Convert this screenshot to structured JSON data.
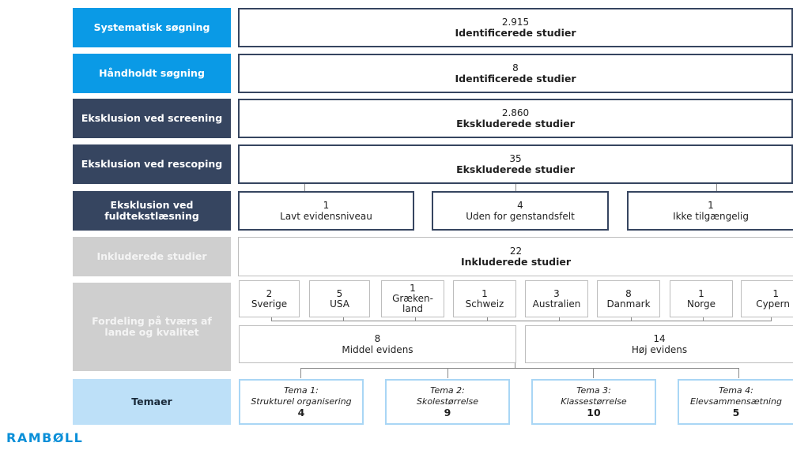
{
  "rows": {
    "systematic": {
      "label": "Systematisk søgning",
      "count": "2.915",
      "desc": "Identificerede studier"
    },
    "manual": {
      "label": "Håndholdt søgning",
      "count": "8",
      "desc": "Identificerede studier"
    },
    "screening": {
      "label": "Eksklusion ved screening",
      "count": "2.860",
      "desc": "Ekskluderede studier"
    },
    "rescoping": {
      "label": "Eksklusion ved rescoping",
      "count": "35",
      "desc": "Ekskluderede studier"
    },
    "fulltext": {
      "label_line1": "Eksklusion ved",
      "label_line2": "fuldtekstlæsning",
      "boxes": [
        {
          "count": "1",
          "desc": "Lavt evidensniveau"
        },
        {
          "count": "4",
          "desc": "Uden for genstandsfelt"
        },
        {
          "count": "1",
          "desc": "Ikke tilgængelig"
        }
      ]
    },
    "included": {
      "label": "Inkluderede studier",
      "count": "22",
      "desc": "Inkluderede studier"
    },
    "distribution": {
      "label_line1": "Fordeling på tværs af",
      "label_line2": "lande og kvalitet",
      "countries": [
        {
          "count": "2",
          "name": "Sverige",
          "name2": ""
        },
        {
          "count": "5",
          "name": "USA",
          "name2": ""
        },
        {
          "count": "1",
          "name": "Græken-",
          "name2": "land"
        },
        {
          "count": "1",
          "name": "Schweiz",
          "name2": ""
        },
        {
          "count": "3",
          "name": "Australien",
          "name2": ""
        },
        {
          "count": "8",
          "name": "Danmark",
          "name2": ""
        },
        {
          "count": "1",
          "name": "Norge",
          "name2": ""
        },
        {
          "count": "1",
          "name": "Cypern",
          "name2": ""
        }
      ],
      "quality": [
        {
          "count": "8",
          "desc": "Middel evidens"
        },
        {
          "count": "14",
          "desc": "Høj evidens"
        }
      ]
    },
    "themes": {
      "label": "Temaer",
      "items": [
        {
          "title": "Tema 1:",
          "name": "Strukturel organisering",
          "count": "4"
        },
        {
          "title": "Tema 2:",
          "name": "Skolestørrelse",
          "count": "9"
        },
        {
          "title": "Tema 3:",
          "name": "Klassestørrelse",
          "count": "10"
        },
        {
          "title": "Tema 4:",
          "name": "Elevsammensætning",
          "count": "5"
        }
      ]
    }
  },
  "logo": "RAMBØLL",
  "colors": {
    "blue": "#0a9ae6",
    "dark": "#364560",
    "grey": "#cfcfcf",
    "light": "#bde0f8"
  }
}
